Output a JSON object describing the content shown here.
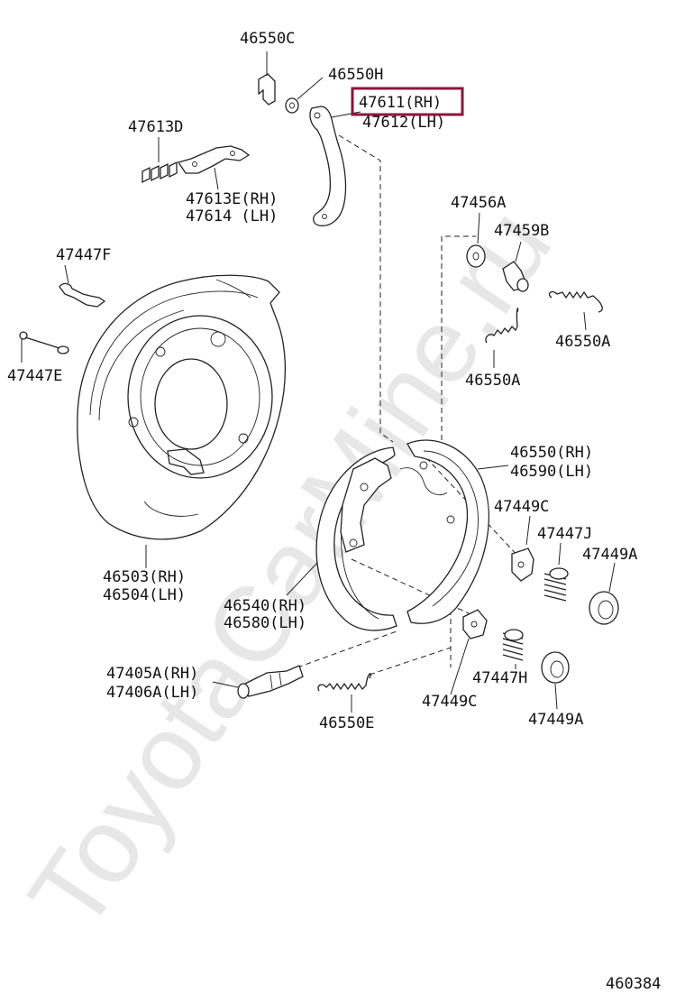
{
  "watermark": "ToyotaCarMine.ru",
  "diagram_code": "460384",
  "highlight": {
    "color": "#8b1538"
  },
  "labels": {
    "p46550c": "46550C",
    "p46550h": "46550H",
    "p47611": "47611(RH)",
    "p47612": "47612(LH)",
    "p47613d": "47613D",
    "p47613e": "47613E(RH)",
    "p47614": "47614 (LH)",
    "p47456a": "47456A",
    "p47459b": "47459B",
    "p46550a_1": "46550A",
    "p46550a_2": "46550A",
    "p47447f": "47447F",
    "p47447e": "47447E",
    "p46550": "46550(RH)",
    "p46590": "46590(LH)",
    "p47449c_1": "47449C",
    "p47447j": "47447J",
    "p47449a_1": "47449A",
    "p46503": "46503(RH)",
    "p46504": "46504(LH)",
    "p46540": "46540(RH)",
    "p46580": "46580(LH)",
    "p47405a": "47405A(RH)",
    "p47406a": "47406A(LH)",
    "p47447h": "47447H",
    "p47449c_2": "47449C",
    "p46550e": "46550E",
    "p47449a_2": "47449A"
  }
}
